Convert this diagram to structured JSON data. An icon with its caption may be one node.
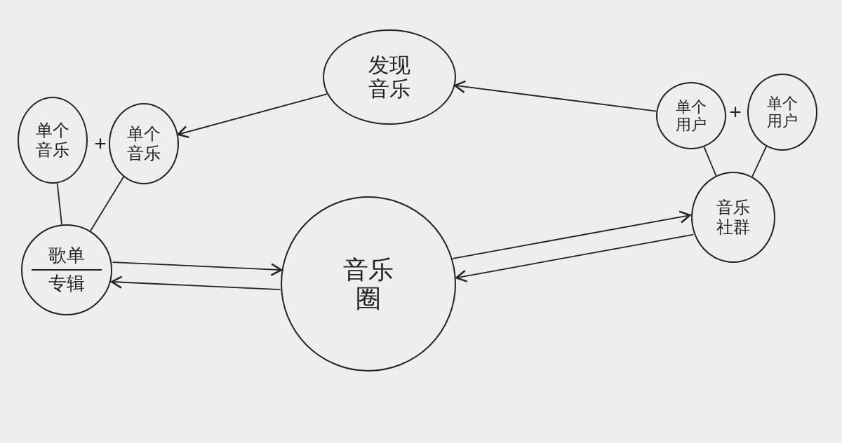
{
  "diagram": {
    "nodes": [
      {
        "text": [
          "发现音乐"
        ]
      },
      {
        "text": [
          "单个音乐"
        ]
      },
      {
        "text": [
          "单个音乐"
        ]
      },
      {
        "text": [
          "歌单",
          "专辑"
        ]
      },
      {
        "text": [
          "音乐圈"
        ]
      },
      {
        "text": [
          "单个用户"
        ]
      },
      {
        "text": [
          "单个用户"
        ]
      },
      {
        "text": [
          "音乐社群"
        ]
      }
    ],
    "edges": [
      {
        "from": 0,
        "to": 2,
        "arrow": "to"
      },
      {
        "from": 5,
        "to": 0,
        "arrow": "to"
      },
      {
        "from": 1,
        "to": 3,
        "arrow": "none"
      },
      {
        "from": 2,
        "to": 3,
        "arrow": "none"
      },
      {
        "from": 3,
        "to": 4,
        "arrow": "to"
      },
      {
        "from": 4,
        "to": 3,
        "arrow": "to"
      },
      {
        "from": 4,
        "to": 7,
        "arrow": "to"
      },
      {
        "from": 7,
        "to": 4,
        "arrow": "to"
      },
      {
        "from": 5,
        "to": 7,
        "arrow": "none"
      },
      {
        "from": 6,
        "to": 7,
        "arrow": "none"
      }
    ],
    "labels": [
      "+",
      "+"
    ]
  }
}
